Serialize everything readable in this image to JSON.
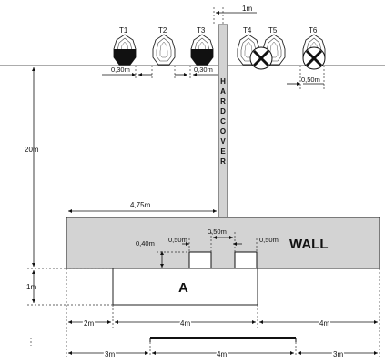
{
  "targets": [
    {
      "id": "T1",
      "style": "black",
      "crossed": false
    },
    {
      "id": "T2",
      "style": "white",
      "crossed": false
    },
    {
      "id": "T3",
      "style": "black",
      "crossed": false
    },
    {
      "id": "T4",
      "style": "white",
      "crossed": true
    },
    {
      "id": "T5",
      "style": "white",
      "crossed": false
    },
    {
      "id": "T6",
      "style": "white",
      "crossed": true
    }
  ],
  "hardcover": {
    "letters": [
      "H",
      "A",
      "R",
      "D",
      "C",
      "O",
      "V",
      "E",
      "R"
    ]
  },
  "wall": {
    "label": "WALL"
  },
  "box_a": {
    "label": "A"
  },
  "dimensions": {
    "top_1m": "1m",
    "t1_t2_gap": "0,30m",
    "t3_gap": "0,30m",
    "t6_gap": "0,50m",
    "height_20m": "20m",
    "wall_to_hardcover": "4,75m",
    "port_width": "0,50m",
    "port_spacing": "0,50m",
    "port_right": "0,50m",
    "port_height": "0,40m",
    "a_height": "1m",
    "left_2m": "2m",
    "mid_4m": "4m",
    "right_4m": "4m",
    "bottom_left_3m": "3m",
    "bottom_mid_4m": "4m",
    "bottom_right_3m": "3m"
  }
}
